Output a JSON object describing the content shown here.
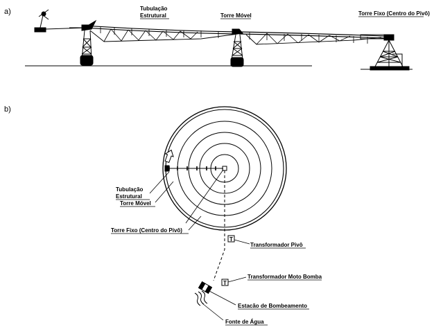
{
  "panel_a": {
    "tag": "a)",
    "labels": {
      "pipe_line1": "Tubulação",
      "pipe_line2": "Estrutural",
      "moving_tower": "Torre Móvel",
      "fixed_tower": "Torre Fixo (Centro do Pivô)"
    }
  },
  "panel_b": {
    "tag": "b)",
    "labels": {
      "pipe_line1": "Tubulação",
      "pipe_line2": "Estrutural",
      "moving_tower": "Torre Móvel",
      "fixed_tower": "Torre Fixo (Centro do Pivô)",
      "pivot_transformer": "Transformador Pivô",
      "pump_transformer": "Transformador Moto Bomba",
      "pumping_station": "Estacão de Bombeamento",
      "water_source": "Fonte de Água"
    },
    "transformer_symbol": "T"
  }
}
